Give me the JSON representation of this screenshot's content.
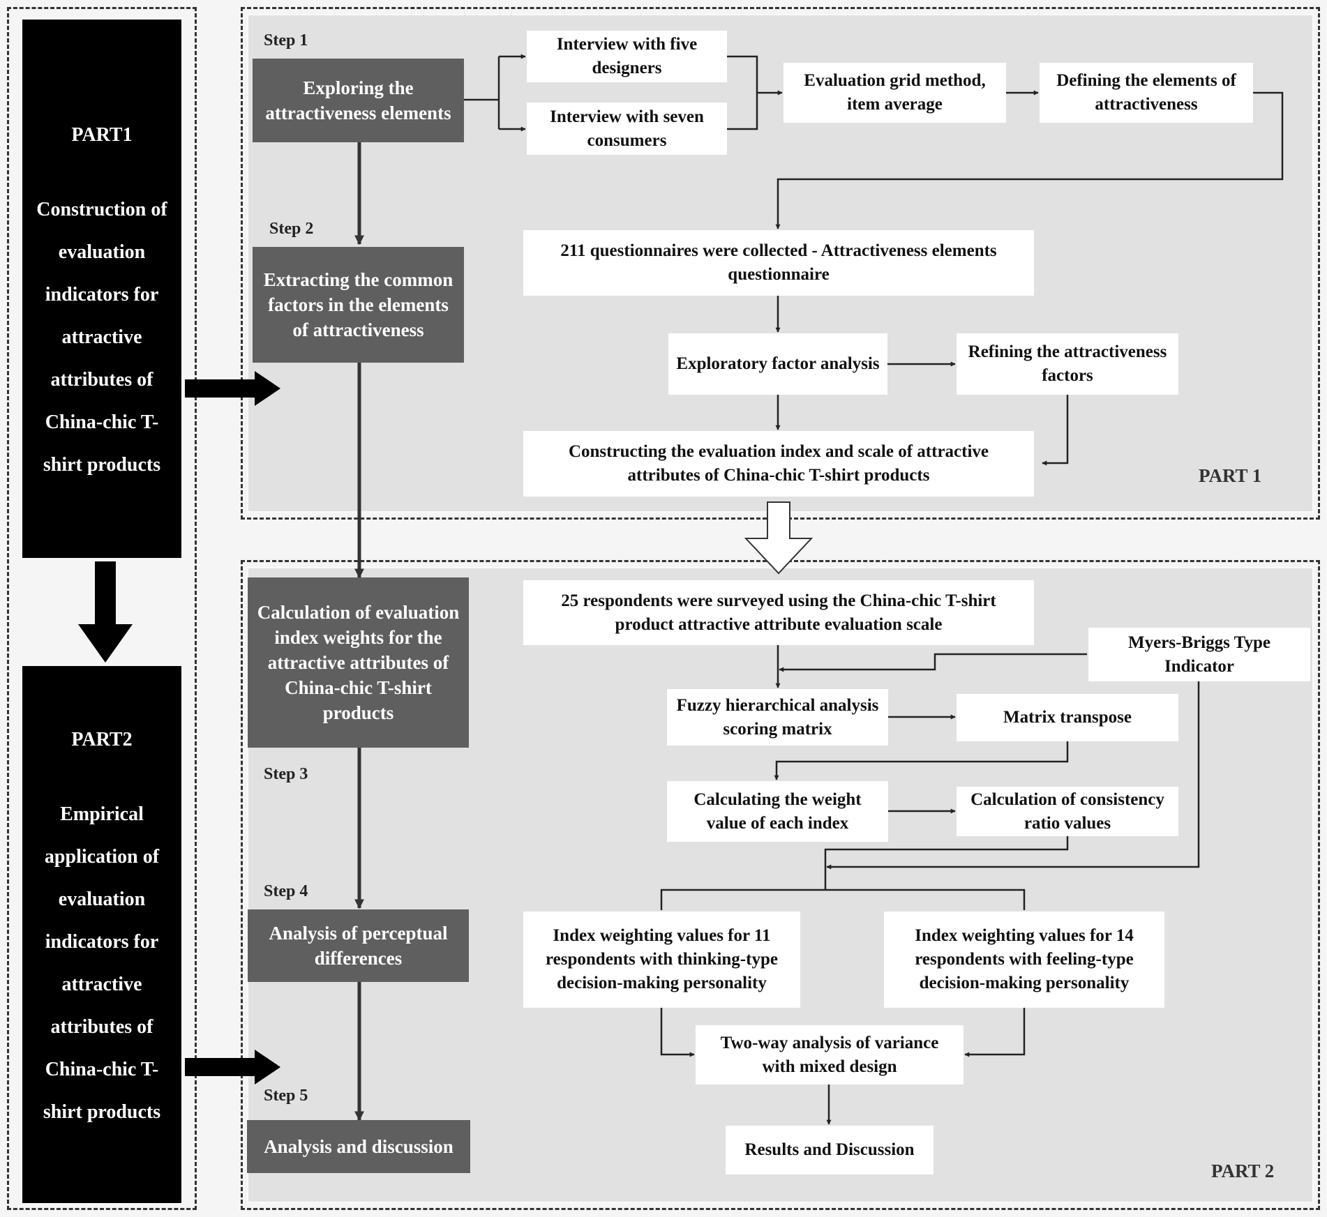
{
  "sidebar": {
    "part1_title": "PART1",
    "part1_desc": "Construction of evaluation indicators for attractive attributes of China-chic T-shirt products",
    "part2_title": "PART2",
    "part2_desc": "Empirical application of evaluation indicators for attractive attributes of China-chic T-shirt products"
  },
  "part1": {
    "label": "PART 1",
    "step1_label": "Step 1",
    "step2_label": "Step 2",
    "step1": "Exploring the attractiveness elements",
    "step2": "Extracting the common factors in the elements of attractiveness",
    "interview_designers": "Interview with five designers",
    "interview_consumers": "Interview with seven consumers",
    "evaluation_grid": "Evaluation grid method, item average",
    "defining_elements": "Defining the elements of attractiveness",
    "questionnaires": "211 questionnaires were collected - Attractiveness elements questionnaire",
    "efa": "Exploratory factor analysis",
    "refining": "Refining the attractiveness factors",
    "constructing": "Constructing the evaluation index and scale of attractive attributes of China-chic T-shirt products"
  },
  "part2": {
    "label": "PART 2",
    "step3_label": "Step 3",
    "step4_label": "Step 4",
    "step5_label": "Step 5",
    "step3": "Calculation of evaluation index weights for the attractive attributes of China-chic T-shirt products",
    "step4": "Analysis of perceptual differences",
    "step5": "Analysis and discussion",
    "respondents": "25 respondents were surveyed using the China-chic T-shirt product attractive attribute evaluation scale",
    "mbti": "Myers-Briggs Type Indicator",
    "fuzzy": "Fuzzy hierarchical analysis scoring matrix",
    "transpose": "Matrix transpose",
    "weight_value": "Calculating the weight value of each index",
    "consistency": "Calculation of consistency ratio values",
    "thinking": "Index weighting values for 11 respondents with thinking-type decision-making personality",
    "feeling": "Index weighting values for 14 respondents with feeling-type decision-making personality",
    "anova": "Two-way analysis of variance with mixed design",
    "results": "Results and Discussion"
  }
}
